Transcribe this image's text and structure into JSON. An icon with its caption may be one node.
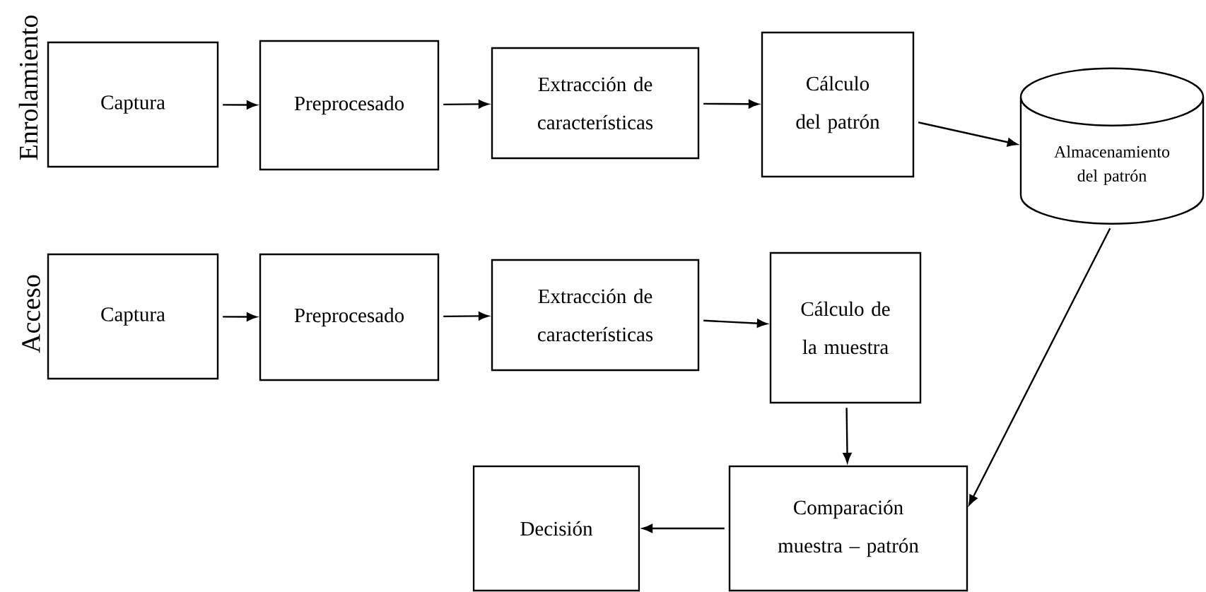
{
  "diagram": {
    "nodes": [
      {
        "text": [
          "Captura"
        ]
      },
      {
        "text": [
          "Preprocesado"
        ]
      },
      {
        "text": [
          "Extracción de características"
        ]
      },
      {
        "text": [
          "Cálculo del patrón"
        ]
      },
      {
        "text": [
          "Almacenamiento del patrón"
        ]
      },
      {
        "text": [
          "Captura"
        ]
      },
      {
        "text": [
          "Preprocesado"
        ]
      },
      {
        "text": [
          "Extracción de características"
        ]
      },
      {
        "text": [
          "Cálculo de la muestra"
        ]
      },
      {
        "text": [
          "Comparación muestra – patrón"
        ]
      },
      {
        "text": [
          "Decisión"
        ]
      }
    ],
    "edges": [
      {
        "from": 0,
        "to": 1,
        "arrow": "to"
      },
      {
        "from": 1,
        "to": 2,
        "arrow": "to"
      },
      {
        "from": 2,
        "to": 3,
        "arrow": "to"
      },
      {
        "from": 3,
        "to": 4,
        "arrow": "to"
      },
      {
        "from": 5,
        "to": 6,
        "arrow": "to"
      },
      {
        "from": 6,
        "to": 7,
        "arrow": "to"
      },
      {
        "from": 7,
        "to": 8,
        "arrow": "to"
      },
      {
        "from": 8,
        "to": 9,
        "arrow": "to"
      },
      {
        "from": 4,
        "to": 9,
        "arrow": "to"
      },
      {
        "from": 9,
        "to": 10,
        "arrow": "to"
      }
    ],
    "labels": [
      "Enrolamiento",
      "Acceso"
    ]
  }
}
